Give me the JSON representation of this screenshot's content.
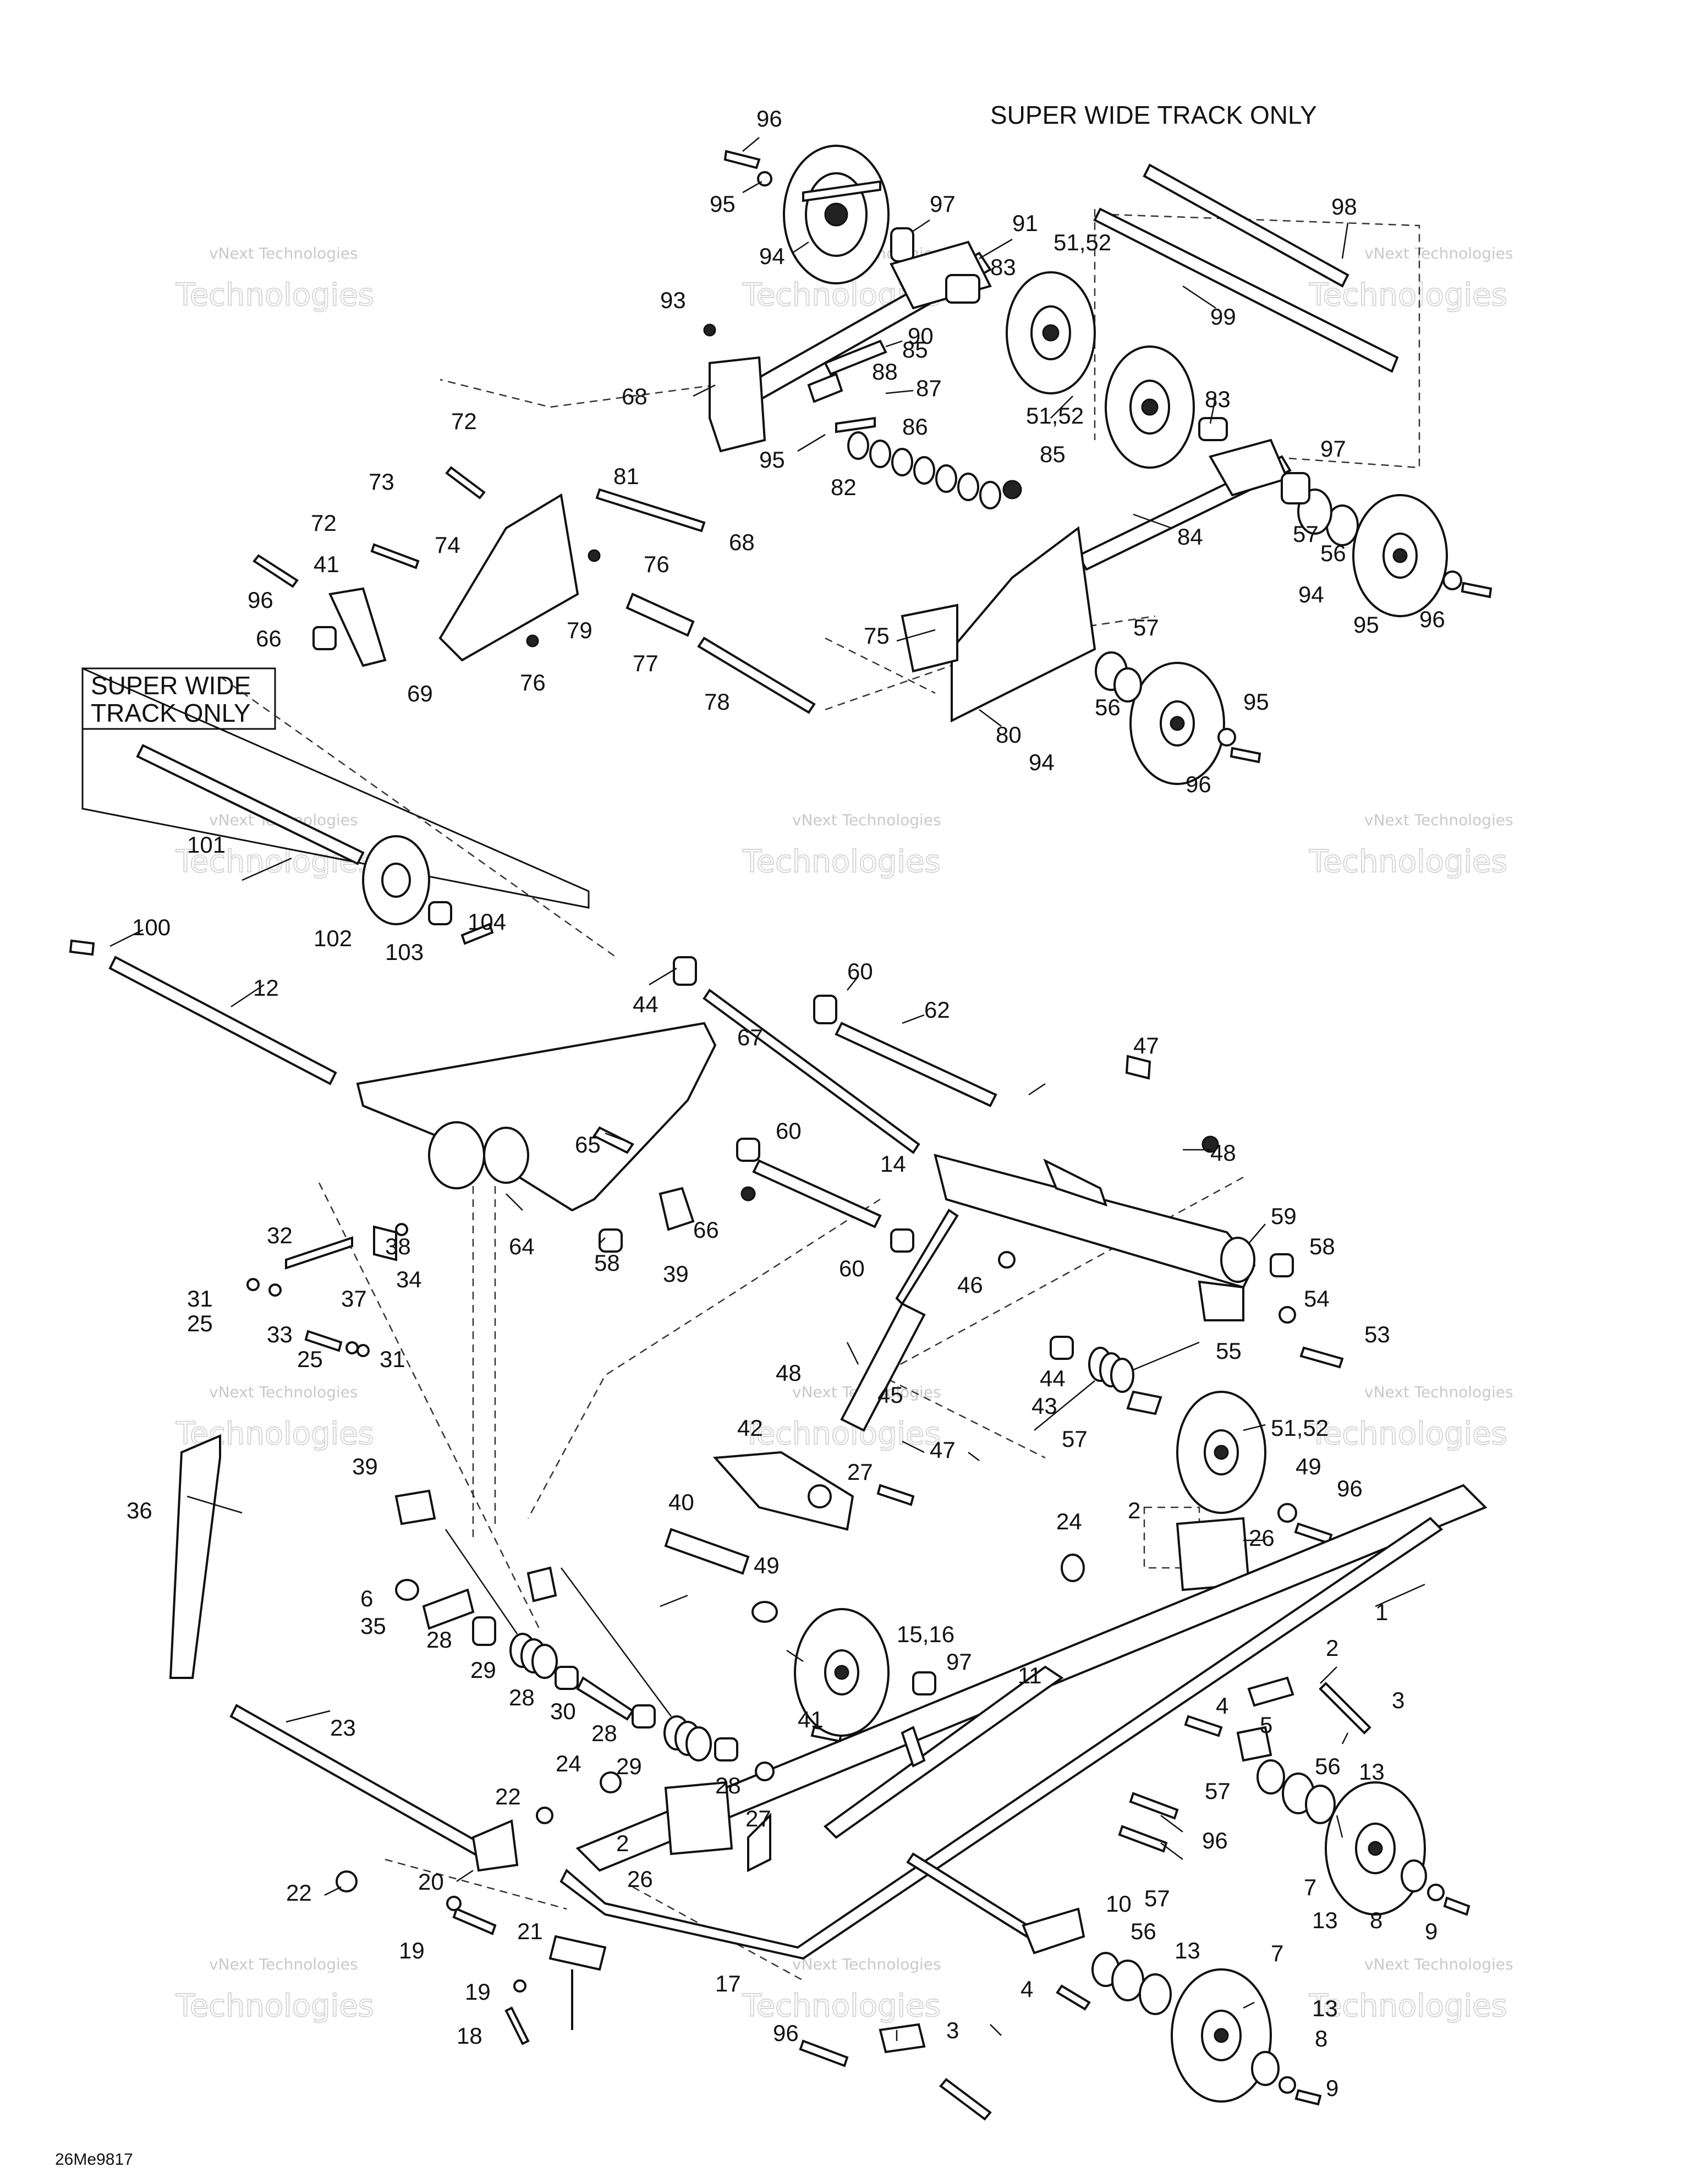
{
  "headings": {
    "swt_top": "SUPER WIDE TRACK ONLY",
    "swt_box_line1": "SUPER WIDE",
    "swt_box_line2": "TRACK ONLY"
  },
  "figure_code": "26Me9817",
  "watermark": {
    "line1": "vNext Technologies",
    "line2": "Technologies"
  },
  "callouts": [
    {
      "id": "c96a",
      "text": "96"
    },
    {
      "id": "c95a",
      "text": "95"
    },
    {
      "id": "c97a",
      "text": "97"
    },
    {
      "id": "c94a",
      "text": "94"
    },
    {
      "id": "c91",
      "text": "91"
    },
    {
      "id": "c83a",
      "text": "83"
    },
    {
      "id": "c5152a",
      "text": "51,52"
    },
    {
      "id": "c98",
      "text": "98"
    },
    {
      "id": "c99",
      "text": "99"
    },
    {
      "id": "c93",
      "text": "93"
    },
    {
      "id": "c90",
      "text": "90"
    },
    {
      "id": "c85a",
      "text": "85"
    },
    {
      "id": "c88",
      "text": "88"
    },
    {
      "id": "c87",
      "text": "87"
    },
    {
      "id": "c68a",
      "text": "68"
    },
    {
      "id": "c5152b",
      "text": "51,52"
    },
    {
      "id": "c83b",
      "text": "83"
    },
    {
      "id": "c86",
      "text": "86"
    },
    {
      "id": "c72a",
      "text": "72"
    },
    {
      "id": "c95b",
      "text": "95"
    },
    {
      "id": "c82",
      "text": "82"
    },
    {
      "id": "c85b",
      "text": "85"
    },
    {
      "id": "c97b",
      "text": "97"
    },
    {
      "id": "c81",
      "text": "81"
    },
    {
      "id": "c73",
      "text": "73"
    },
    {
      "id": "c68b",
      "text": "68"
    },
    {
      "id": "c84",
      "text": "84"
    },
    {
      "id": "c57a",
      "text": "57"
    },
    {
      "id": "c74",
      "text": "74"
    },
    {
      "id": "c72b",
      "text": "72"
    },
    {
      "id": "c76a",
      "text": "76"
    },
    {
      "id": "c56a",
      "text": "56"
    },
    {
      "id": "c41a",
      "text": "41"
    },
    {
      "id": "c96b",
      "text": "96"
    },
    {
      "id": "c94b",
      "text": "94"
    },
    {
      "id": "c95c",
      "text": "95"
    },
    {
      "id": "c96c",
      "text": "96"
    },
    {
      "id": "c79",
      "text": "79"
    },
    {
      "id": "c75",
      "text": "75"
    },
    {
      "id": "c57b",
      "text": "57"
    },
    {
      "id": "c66a",
      "text": "66"
    },
    {
      "id": "c77",
      "text": "77"
    },
    {
      "id": "c76b",
      "text": "76"
    },
    {
      "id": "c69",
      "text": "69"
    },
    {
      "id": "c78",
      "text": "78"
    },
    {
      "id": "c56b",
      "text": "56"
    },
    {
      "id": "c95d",
      "text": "95"
    },
    {
      "id": "c80",
      "text": "80"
    },
    {
      "id": "c94c",
      "text": "94"
    },
    {
      "id": "c96d",
      "text": "96"
    },
    {
      "id": "c101",
      "text": "101"
    },
    {
      "id": "c102",
      "text": "102"
    },
    {
      "id": "c103",
      "text": "103"
    },
    {
      "id": "c104",
      "text": "104"
    },
    {
      "id": "c100",
      "text": "100"
    },
    {
      "id": "c12",
      "text": "12"
    },
    {
      "id": "c44a",
      "text": "44"
    },
    {
      "id": "c60a",
      "text": "60"
    },
    {
      "id": "c62",
      "text": "62"
    },
    {
      "id": "c67",
      "text": "67"
    },
    {
      "id": "c47a",
      "text": "47"
    },
    {
      "id": "c60b",
      "text": "60"
    },
    {
      "id": "c65",
      "text": "65"
    },
    {
      "id": "c14",
      "text": "14"
    },
    {
      "id": "c48a",
      "text": "48"
    },
    {
      "id": "c66b",
      "text": "66"
    },
    {
      "id": "c32",
      "text": "32"
    },
    {
      "id": "c38",
      "text": "38"
    },
    {
      "id": "c64",
      "text": "64"
    },
    {
      "id": "c58a",
      "text": "58"
    },
    {
      "id": "c39a",
      "text": "39"
    },
    {
      "id": "c60c",
      "text": "60"
    },
    {
      "id": "c59",
      "text": "59"
    },
    {
      "id": "c58b",
      "text": "58"
    },
    {
      "id": "c34",
      "text": "34"
    },
    {
      "id": "c46",
      "text": "46"
    },
    {
      "id": "c31a",
      "text": "31"
    },
    {
      "id": "c37",
      "text": "37"
    },
    {
      "id": "c25a",
      "text": "25"
    },
    {
      "id": "c54",
      "text": "54"
    },
    {
      "id": "c33",
      "text": "33"
    },
    {
      "id": "c55",
      "text": "55"
    },
    {
      "id": "c53",
      "text": "53"
    },
    {
      "id": "c25b",
      "text": "25"
    },
    {
      "id": "c31b",
      "text": "31"
    },
    {
      "id": "c44b",
      "text": "44"
    },
    {
      "id": "c43",
      "text": "43"
    },
    {
      "id": "c48b",
      "text": "48"
    },
    {
      "id": "c45",
      "text": "45"
    },
    {
      "id": "c57c",
      "text": "57"
    },
    {
      "id": "c5152c",
      "text": "51,52"
    },
    {
      "id": "c42",
      "text": "42"
    },
    {
      "id": "c36",
      "text": "36"
    },
    {
      "id": "c47b",
      "text": "47"
    },
    {
      "id": "c27a",
      "text": "27"
    },
    {
      "id": "c49a",
      "text": "49"
    },
    {
      "id": "c39b",
      "text": "39"
    },
    {
      "id": "c96e",
      "text": "96"
    },
    {
      "id": "c40",
      "text": "40"
    },
    {
      "id": "c2a",
      "text": "2"
    },
    {
      "id": "c24a",
      "text": "24"
    },
    {
      "id": "c26a",
      "text": "26"
    },
    {
      "id": "c49b",
      "text": "49"
    },
    {
      "id": "c6",
      "text": "6"
    },
    {
      "id": "c35",
      "text": "35"
    },
    {
      "id": "c1",
      "text": "1"
    },
    {
      "id": "c1516",
      "text": "15,16"
    },
    {
      "id": "c28a",
      "text": "28"
    },
    {
      "id": "c29a",
      "text": "29"
    },
    {
      "id": "c2b",
      "text": "2"
    },
    {
      "id": "c97c",
      "text": "97"
    },
    {
      "id": "c11",
      "text": "11"
    },
    {
      "id": "c28b",
      "text": "28"
    },
    {
      "id": "c30",
      "text": "30"
    },
    {
      "id": "c3a",
      "text": "3"
    },
    {
      "id": "c4a",
      "text": "4"
    },
    {
      "id": "c41b",
      "text": "41"
    },
    {
      "id": "c28c",
      "text": "28"
    },
    {
      "id": "c29b",
      "text": "29"
    },
    {
      "id": "c5",
      "text": "5"
    },
    {
      "id": "c56c",
      "text": "56"
    },
    {
      "id": "c13a",
      "text": "13"
    },
    {
      "id": "c23",
      "text": "23"
    },
    {
      "id": "c24b",
      "text": "24"
    },
    {
      "id": "c28d",
      "text": "28"
    },
    {
      "id": "c57d",
      "text": "57"
    },
    {
      "id": "c22a",
      "text": "22"
    },
    {
      "id": "c27b",
      "text": "27"
    },
    {
      "id": "c96f",
      "text": "96"
    },
    {
      "id": "c2c",
      "text": "2"
    },
    {
      "id": "c26b",
      "text": "26"
    },
    {
      "id": "c7a",
      "text": "7"
    },
    {
      "id": "c22b",
      "text": "22"
    },
    {
      "id": "c20",
      "text": "20"
    },
    {
      "id": "c10",
      "text": "10"
    },
    {
      "id": "c57e",
      "text": "57"
    },
    {
      "id": "c13b",
      "text": "13"
    },
    {
      "id": "c8a",
      "text": "8"
    },
    {
      "id": "c9a",
      "text": "9"
    },
    {
      "id": "c21",
      "text": "21"
    },
    {
      "id": "c19a",
      "text": "19"
    },
    {
      "id": "c56d",
      "text": "56"
    },
    {
      "id": "c13c",
      "text": "13"
    },
    {
      "id": "c7b",
      "text": "7"
    },
    {
      "id": "c17",
      "text": "17"
    },
    {
      "id": "c19b",
      "text": "19"
    },
    {
      "id": "c4b",
      "text": "4"
    },
    {
      "id": "c13d",
      "text": "13"
    },
    {
      "id": "c8b",
      "text": "8"
    },
    {
      "id": "c18",
      "text": "18"
    },
    {
      "id": "c96g",
      "text": "96"
    },
    {
      "id": "c3b",
      "text": "3"
    },
    {
      "id": "c9b",
      "text": "9"
    }
  ]
}
